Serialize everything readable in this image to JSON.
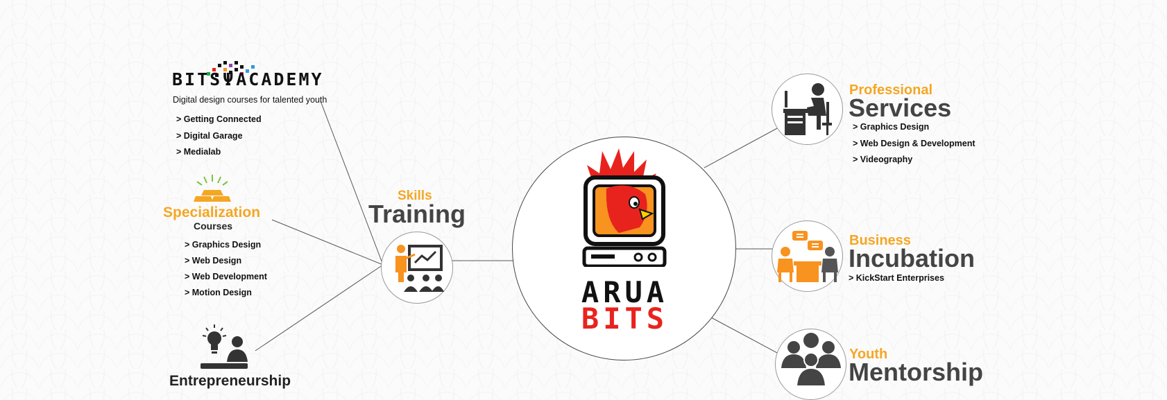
{
  "center": {
    "logo_top": "ARUA",
    "logo_bottom": "BITS"
  },
  "hub": {
    "label_small": "Skills",
    "label_large": "Training"
  },
  "academy": {
    "logo_left": "BITS",
    "logo_right": "ACADEMY",
    "tagline": "Digital design courses for talented youth",
    "items": [
      "> Getting Connected",
      "> Digital Garage",
      "> Medialab"
    ]
  },
  "specialization": {
    "title": "Specialization",
    "subtitle": "Courses",
    "items": [
      "> Graphics Design",
      "> Web Design",
      "> Web Development",
      "> Motion Design"
    ]
  },
  "entrepreneurship": {
    "title": "Entrepreneurship"
  },
  "professional": {
    "label_small": "Professional",
    "label_large": "Services",
    "items": [
      "> Graphics Design",
      "> Web Design & Development",
      "> Videography"
    ]
  },
  "business": {
    "label_small": "Business",
    "label_large": "Incubation",
    "items": [
      "> KickStart Enterprises"
    ]
  },
  "youth": {
    "label_small": "Youth",
    "label_large": "Mentorship"
  },
  "colors": {
    "orange": "#f5a623",
    "dark": "#444444",
    "red": "#e8231e"
  }
}
